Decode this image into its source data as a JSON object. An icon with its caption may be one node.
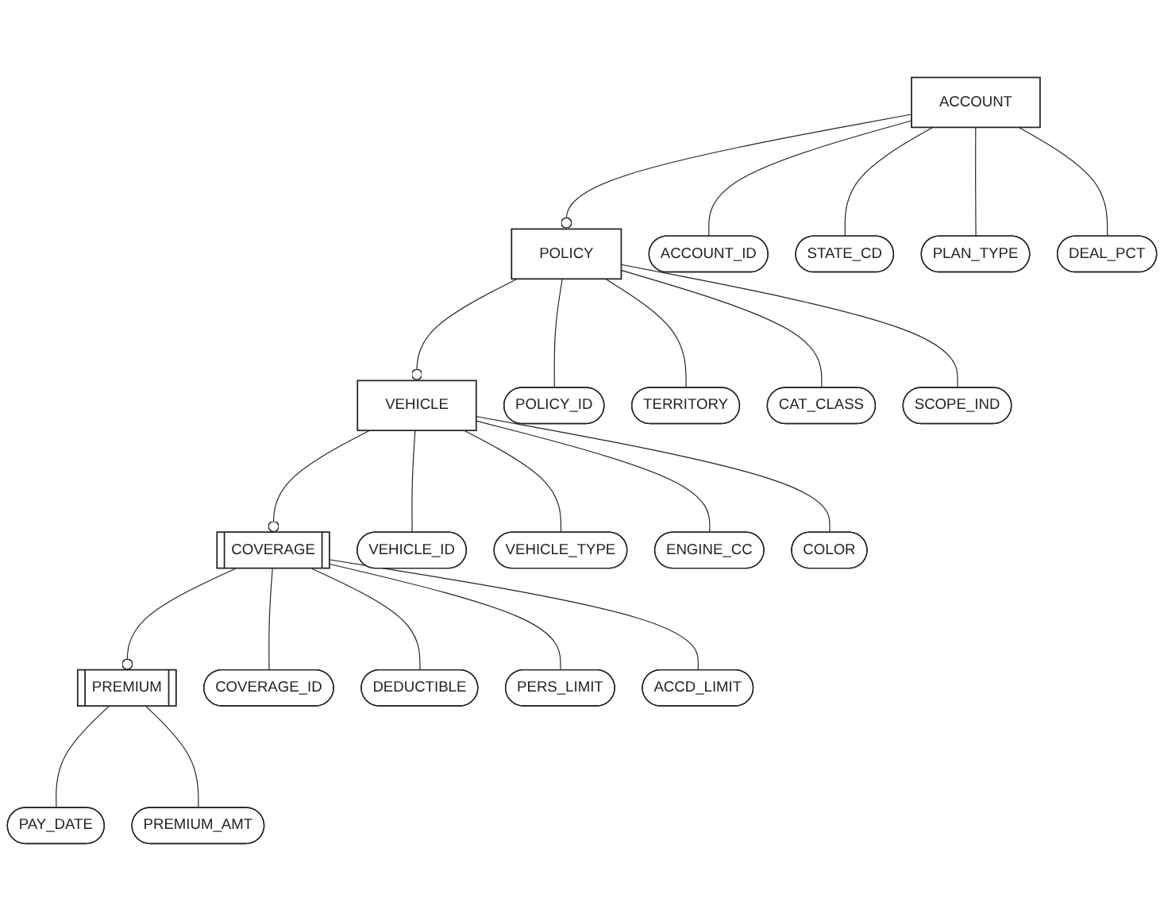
{
  "diagram": {
    "nodes": [
      {
        "text": [
          "ACCOUNT"
        ]
      },
      {
        "text": [
          "ACCOUNT_ID"
        ]
      },
      {
        "text": [
          "STATE_CD"
        ]
      },
      {
        "text": [
          "PLAN_TYPE"
        ]
      },
      {
        "text": [
          "DEAL_PCT"
        ]
      },
      {
        "text": [
          "POLICY"
        ]
      },
      {
        "text": [
          "POLICY_ID"
        ]
      },
      {
        "text": [
          "TERRITORY"
        ]
      },
      {
        "text": [
          "CAT_CLASS"
        ]
      },
      {
        "text": [
          "SCOPE_IND"
        ]
      },
      {
        "text": [
          "VEHICLE"
        ]
      },
      {
        "text": [
          "VEHICLE_ID"
        ]
      },
      {
        "text": [
          "VEHICLE_TYPE"
        ]
      },
      {
        "text": [
          "ENGINE_CC"
        ]
      },
      {
        "text": [
          "COLOR"
        ]
      },
      {
        "text": [
          "COVERAGE"
        ]
      },
      {
        "text": [
          "COVERAGE_ID"
        ]
      },
      {
        "text": [
          "DEDUCTIBLE"
        ]
      },
      {
        "text": [
          "PERS_LIMIT"
        ]
      },
      {
        "text": [
          "ACCD_LIMIT"
        ]
      },
      {
        "text": [
          "PREMIUM"
        ]
      },
      {
        "text": [
          "PAY_DATE"
        ]
      },
      {
        "text": [
          "PREMIUM_AMT"
        ]
      }
    ],
    "edges": [
      {
        "from": 0,
        "to": 1,
        "arrow": "none"
      },
      {
        "from": 0,
        "to": 2,
        "arrow": "none"
      },
      {
        "from": 0,
        "to": 3,
        "arrow": "none"
      },
      {
        "from": 0,
        "to": 4,
        "arrow": "none"
      },
      {
        "from": 0,
        "to": 5,
        "arrow": "other"
      },
      {
        "from": 5,
        "to": 6,
        "arrow": "none"
      },
      {
        "from": 5,
        "to": 7,
        "arrow": "none"
      },
      {
        "from": 5,
        "to": 8,
        "arrow": "none"
      },
      {
        "from": 5,
        "to": 9,
        "arrow": "none"
      },
      {
        "from": 5,
        "to": 10,
        "arrow": "other"
      },
      {
        "from": 10,
        "to": 11,
        "arrow": "none"
      },
      {
        "from": 10,
        "to": 12,
        "arrow": "none"
      },
      {
        "from": 10,
        "to": 13,
        "arrow": "none"
      },
      {
        "from": 10,
        "to": 14,
        "arrow": "none"
      },
      {
        "from": 10,
        "to": 15,
        "arrow": "other"
      },
      {
        "from": 15,
        "to": 16,
        "arrow": "none"
      },
      {
        "from": 15,
        "to": 17,
        "arrow": "none"
      },
      {
        "from": 15,
        "to": 18,
        "arrow": "none"
      },
      {
        "from": 15,
        "to": 19,
        "arrow": "none"
      },
      {
        "from": 15,
        "to": 20,
        "arrow": "other"
      },
      {
        "from": 20,
        "to": 21,
        "arrow": "none"
      },
      {
        "from": 20,
        "to": 22,
        "arrow": "none"
      }
    ]
  }
}
